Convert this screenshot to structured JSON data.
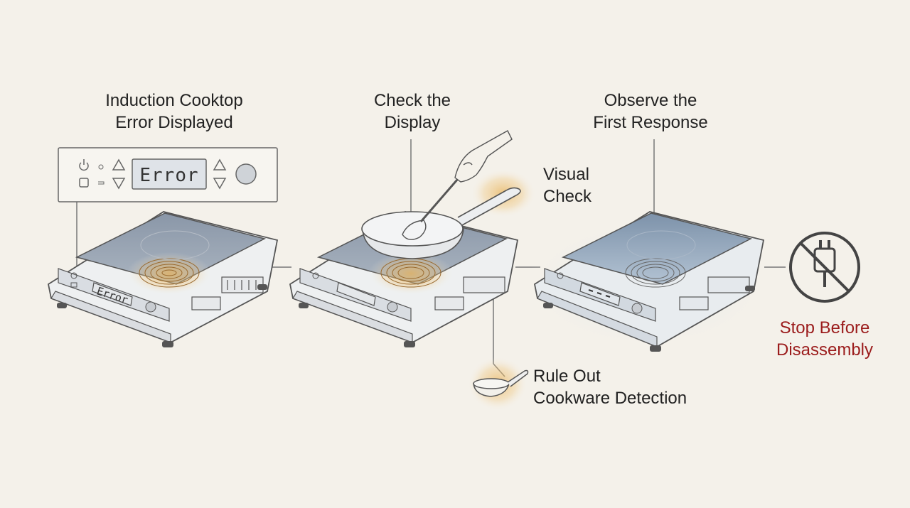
{
  "steps": {
    "error": {
      "line1": "Induction Cooktop",
      "line2": "Error Displayed"
    },
    "display": {
      "line1": "Check the",
      "line2": "Display"
    },
    "observe": {
      "line1": "Observe the",
      "line2": "First Response"
    },
    "visual": {
      "line1": "Visual",
      "line2": "Check"
    },
    "rule": {
      "line1": "Rule Out",
      "line2": "Cookware Detection"
    },
    "stop": {
      "line1": "Stop Before",
      "line2": "Disassembly"
    }
  },
  "panel": {
    "readout": "Error"
  },
  "cooktop1": {
    "readout": "Error"
  },
  "colors": {
    "background": "#f4f1ea",
    "stop_text": "#9b1c1c",
    "coil_glow": "#e9b35a",
    "cool_glow": "#b9cfe3",
    "outline": "#555555"
  },
  "icons": [
    "power-icon",
    "up-arrow-icon",
    "down-arrow-icon",
    "frying-pan-icon",
    "spatula-icon",
    "hand-icon",
    "no-plug-icon"
  ]
}
